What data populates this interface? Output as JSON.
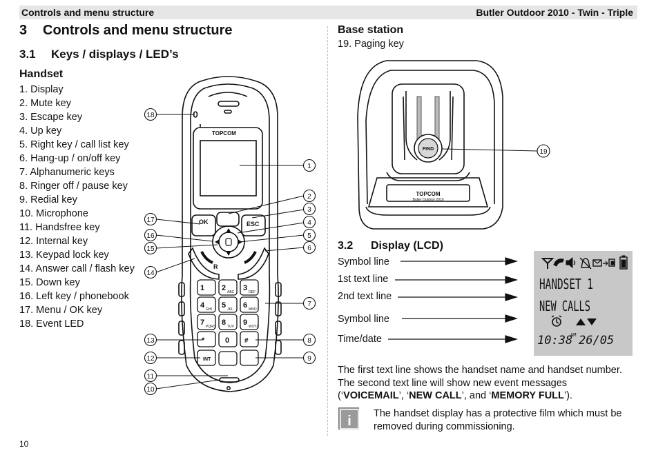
{
  "header": {
    "left": "Controls and menu structure",
    "right": "Butler Outdoor 2010 - Twin - Triple"
  },
  "chapter": {
    "number": "3",
    "title": "Controls and menu structure"
  },
  "section_3_1": {
    "number": "3.1",
    "title": "Keys / displays / LED’s"
  },
  "handset": {
    "heading": "Handset",
    "items": [
      "1.  Display",
      "2.  Mute key",
      "3.  Escape key",
      "4.  Up key",
      "5.  Right key / call list key",
      "6.  Hang-up / on/off key",
      "7.  Alphanumeric keys",
      "8.  Ringer off / pause key",
      "9.  Redial key",
      "10. Microphone",
      "11. Handsfree key",
      "12. Internal key",
      "13. Keypad lock key",
      "14. Answer call / flash key",
      "15. Down key",
      "16. Left key / phonebook",
      "17. Menu / OK key",
      "18. Event LED"
    ]
  },
  "phone_figure": {
    "brand": "TOPCOM",
    "callouts": [
      "1",
      "2",
      "3",
      "4",
      "5",
      "6",
      "7",
      "8",
      "9",
      "10",
      "11",
      "12",
      "13",
      "14",
      "15",
      "16",
      "17",
      "18"
    ],
    "keys": {
      "ok": "OK",
      "esc": "ESC",
      "r": "R",
      "int": "INT",
      "k1": "1",
      "k2": "2",
      "k3": "3",
      "k4": "4",
      "k5": "5",
      "k6": "6",
      "k7": "7",
      "k8": "8",
      "k9": "9",
      "k0": "0",
      "kstar": "*",
      "khash": "#",
      "sub2": "ABC",
      "sub3": "DEF",
      "sub4": "GHI",
      "sub5": "JKL",
      "sub6": "MNO",
      "sub7": "PQRS",
      "sub8": "TUV",
      "sub9": "WXYZ"
    }
  },
  "base_station": {
    "heading": "Base station",
    "item": "19. Paging key",
    "brand": "TOPCOM",
    "model": "Butler Outdoor 2010",
    "find_label": "FIND",
    "callout": "19"
  },
  "section_3_2": {
    "number": "3.2",
    "title": "Display (LCD)"
  },
  "lcd": {
    "row_labels": [
      "Symbol line",
      "1st text line",
      "2nd text line",
      "Symbol line",
      "Time/date"
    ],
    "line1": "HANDSET 1",
    "line2": "NEW CALLS",
    "time": "10:38",
    "ampm": "AM",
    "date": "26/05"
  },
  "description": {
    "part1": "The first text line shows the handset name and handset number. The second text line will show new event messages (‘",
    "voicemail": "VOICEMAIL",
    "sep1": "’,  ‘",
    "newcall": "NEW CALL",
    "sep2": "’, and ‘",
    "memfull": "MEMORY FULL",
    "end": "’)."
  },
  "note": {
    "icon": "i",
    "text": "The handset display has a protective film which must be removed during commissioning."
  },
  "page_number": "10",
  "colors": {
    "header_bg": "#e6e6e6",
    "lcd_bg": "#c8c8c8",
    "note_icon_bg": "#9a9a9a"
  }
}
